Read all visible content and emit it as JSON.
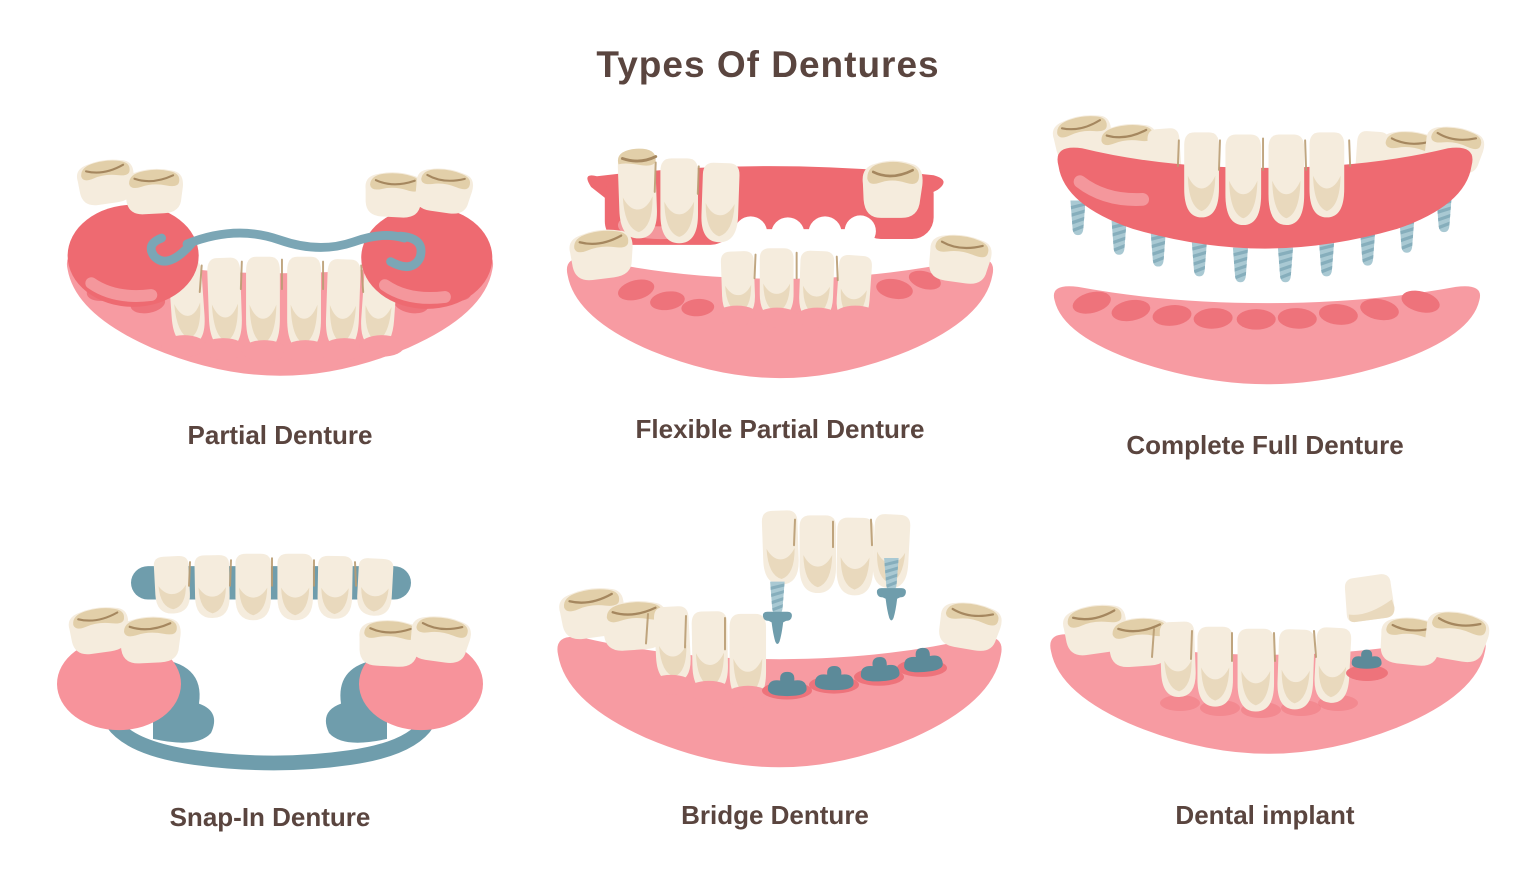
{
  "page": {
    "title": "Types Of  Dentures",
    "background": "#ffffff"
  },
  "cells": [
    {
      "id": "partial-denture",
      "label": "Partial Denture"
    },
    {
      "id": "flexible-partial-denture",
      "label": "Flexible Partial Denture"
    },
    {
      "id": "complete-full-denture",
      "label": "Complete Full Denture"
    },
    {
      "id": "snap-in-denture",
      "label": "Snap-In Denture"
    },
    {
      "id": "bridge-denture",
      "label": "Bridge Denture"
    },
    {
      "id": "dental-implant",
      "label": "Dental implant"
    }
  ],
  "colors": {
    "title_text": "#5a453f",
    "gum_light": "#f79ba2",
    "gum_bump": "#ee737b",
    "denture_base": "#ee6a71",
    "base_hi": "#f4979c",
    "pad_pink": "#f7939b",
    "tooth_main": "#f5ecdd",
    "tooth_shade": "#e9d9bd",
    "tooth_tan": "#e2cfa9",
    "tooth_line": "#a5875f",
    "sep_line": "#b99c72",
    "metal": "#7ba6b5",
    "metal_dark": "#6f9dac",
    "screw_light": "#a9c9d3",
    "screw_stripe": "#86aebc",
    "abutment": "#5c8a99"
  }
}
